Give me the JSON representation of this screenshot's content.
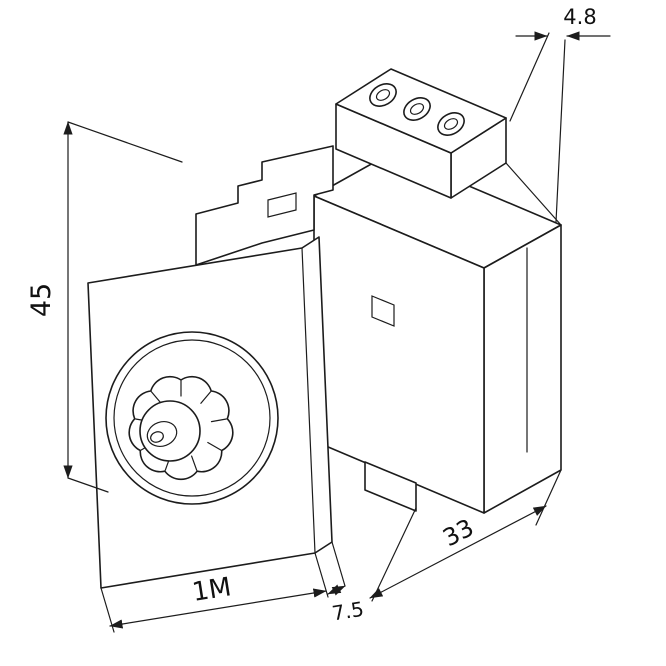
{
  "drawing": {
    "background_color": "#ffffff",
    "line_color": "#1c1c1c",
    "subject": "Axonometric technical drawing of a 1-module rotary dimmer device with fluted knob, front plate, mounting latch and screw terminals",
    "dimension_labels": {
      "front_height": "45",
      "rear_offset": "4.8",
      "body_depth": "33",
      "module_width": "1M",
      "flange_depth": "7.5"
    }
  }
}
